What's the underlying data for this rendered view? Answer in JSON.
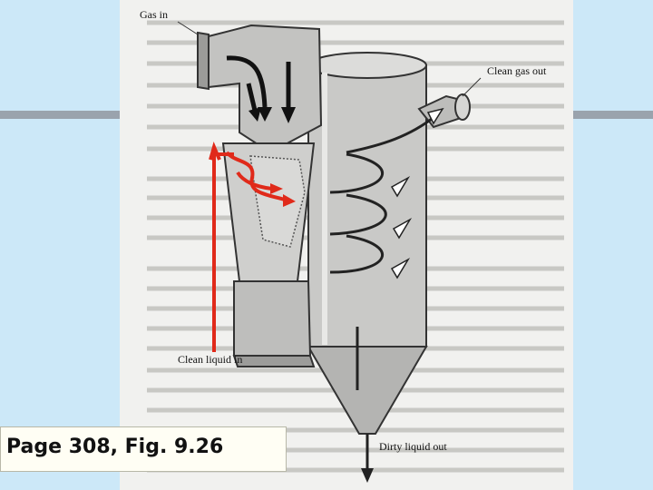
{
  "caption": "Page 308, Fig. 9.26",
  "labels": {
    "gas_in": "Gas in",
    "clean_gas_out": "Clean gas out",
    "clean_liquid_in": "Clean liquid in",
    "dirty_liquid_out": "Dirty liquid out"
  },
  "colors": {
    "slide_background": "#cce8f8",
    "accent_bar": "#9aa3ad",
    "liquid_flow": "#e02a1a",
    "caption_box": "#fffef4"
  }
}
